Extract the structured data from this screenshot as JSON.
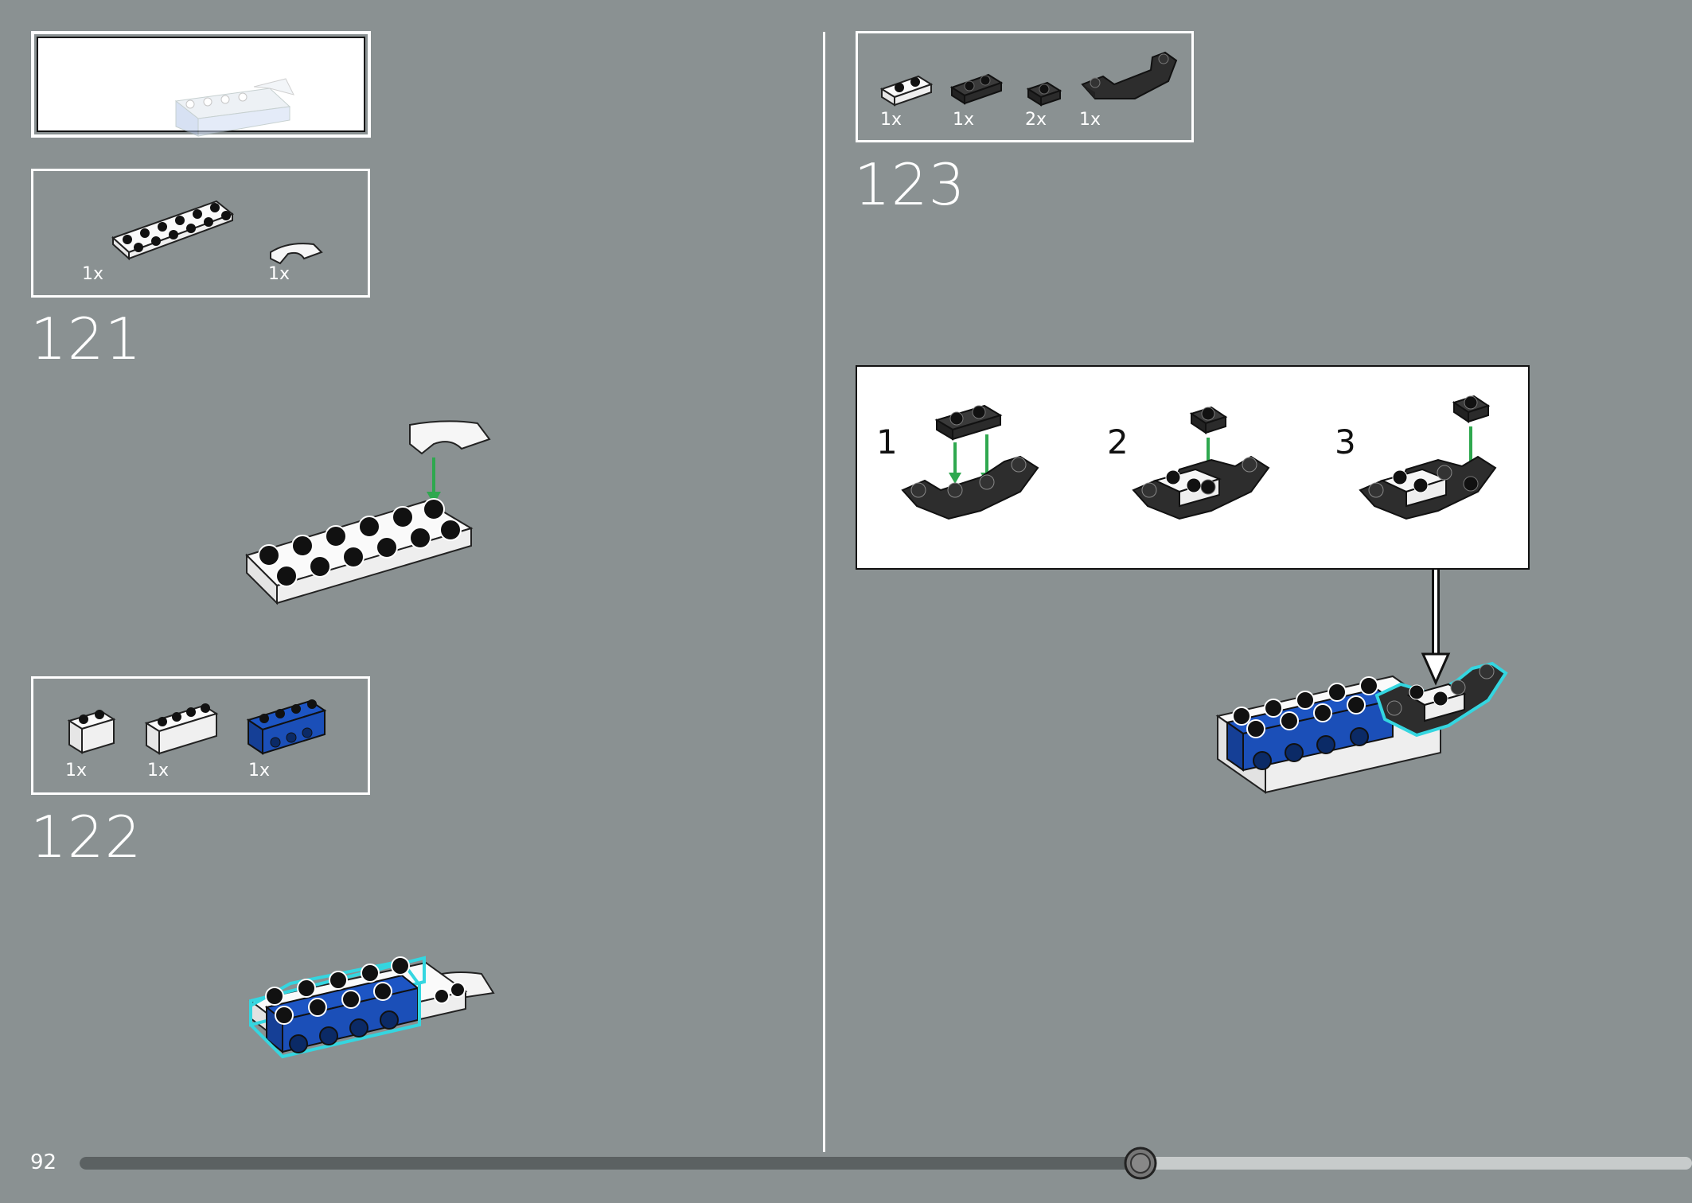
{
  "page": {
    "number": "92"
  },
  "progress": {
    "fraction": 0.658,
    "played_color": "#5b6162",
    "remaining_color": "#c7cbcb"
  },
  "steps": [
    {
      "number": "121",
      "parts": [
        {
          "qty": "1x",
          "part": "plate-2x6-white"
        },
        {
          "qty": "1x",
          "part": "curved-slope-white"
        }
      ]
    },
    {
      "number": "122",
      "parts": [
        {
          "qty": "1x",
          "part": "brick-1x2-white"
        },
        {
          "qty": "1x",
          "part": "brick-1x4-white"
        },
        {
          "qty": "1x",
          "part": "technic-brick-1x4-blue"
        }
      ]
    },
    {
      "number": "123",
      "parts": [
        {
          "qty": "1x",
          "part": "plate-1x2-white"
        },
        {
          "qty": "1x",
          "part": "plate-1x2-black"
        },
        {
          "qty": "2x",
          "part": "plate-1x1-black"
        },
        {
          "qty": "1x",
          "part": "wedge-black"
        }
      ],
      "substeps": [
        {
          "number": "1"
        },
        {
          "number": "2"
        },
        {
          "number": "3"
        }
      ]
    }
  ],
  "colors": {
    "background": "#8a9192",
    "highlight": "#34d6e0",
    "arrow": "#2fa84f",
    "blue": "#1d55c4",
    "black": "#2b2b2b"
  }
}
